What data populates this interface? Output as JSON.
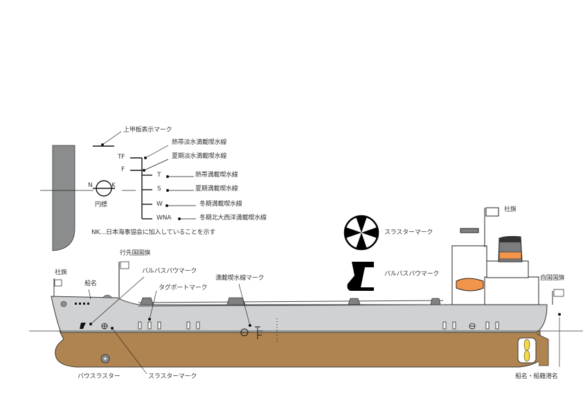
{
  "colors": {
    "hull_upper": "#cfd1d2",
    "hull_lower": "#b08450",
    "funnel_gray": "#7a7c7e",
    "funnel_orange": "#f2944a",
    "lifeboat_orange": "#f2944a",
    "propeller_yellow": "#f5d940",
    "deck_gray": "#7f8183",
    "outline": "#222222",
    "bow_panel_gray": "#8a8c8d"
  },
  "load_line_legend": {
    "deck_mark": "上甲板表示マーク",
    "circle_label": "円標",
    "circle_letters": [
      "N",
      "K"
    ],
    "marks": [
      {
        "code": "TF",
        "label": "熱帯淡水満載喫水線"
      },
      {
        "code": "F",
        "label": "夏期淡水満載喫水線"
      },
      {
        "code": "T",
        "label": "熱帯満載喫水線"
      },
      {
        "code": "S",
        "label": "夏期満載喫水線"
      },
      {
        "code": "W",
        "label": "冬期満載喫水線"
      },
      {
        "code": "WNA",
        "label": "冬期北大西洋満載喫水線"
      }
    ],
    "note": "NK…日本海事協会に加入していることを示す"
  },
  "symbols": {
    "thruster": "スラスターマーク",
    "bulbous_bow": "バルバスバウマーク"
  },
  "ship_labels": {
    "company_flag_bow": "社旗",
    "ship_name_bow": "船名",
    "destination_flag": "行先国国旗",
    "bulbous_bow_mark": "バルバスバウマーク",
    "tugboat_mark": "タグボートマーク",
    "load_line_mark": "満載喫水線マーク",
    "company_flag_mast": "社旗",
    "national_flag": "自国国旗",
    "bow_thruster": "バウスラスター",
    "thruster_mark": "スラスターマーク",
    "stern_name_port": "船名・船籍港名"
  }
}
